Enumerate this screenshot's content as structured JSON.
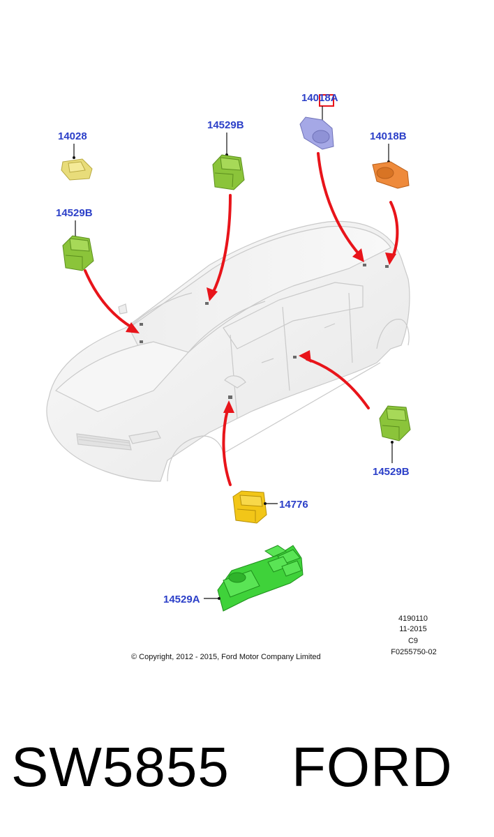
{
  "callouts": {
    "c14028": "14028",
    "c14529b_top": "14529B",
    "c14018a": "14018A",
    "c14018b": "14018B",
    "c14529b_left": "14529B",
    "c14529b_right": "14529B",
    "c14776": "14776",
    "c14529a": "14529A"
  },
  "meta": {
    "code": "4190110",
    "date": "11-2015",
    "rev": "C9",
    "ref": "F0255750-02"
  },
  "copyright": "© Copyright, 2012 - 2015, Ford Motor Company Limited",
  "footer": {
    "sku": "SW5855",
    "brand": "FORD"
  },
  "colors": {
    "callout_text": "#2b3fc8",
    "arrow": "#e8141a",
    "switch_green": "#8bc43a",
    "switch_yellow": "#f2c618",
    "sensor_purple": "#a5a8e6",
    "sensor_orange": "#ee8a3b",
    "module_green": "#3fd23a"
  }
}
